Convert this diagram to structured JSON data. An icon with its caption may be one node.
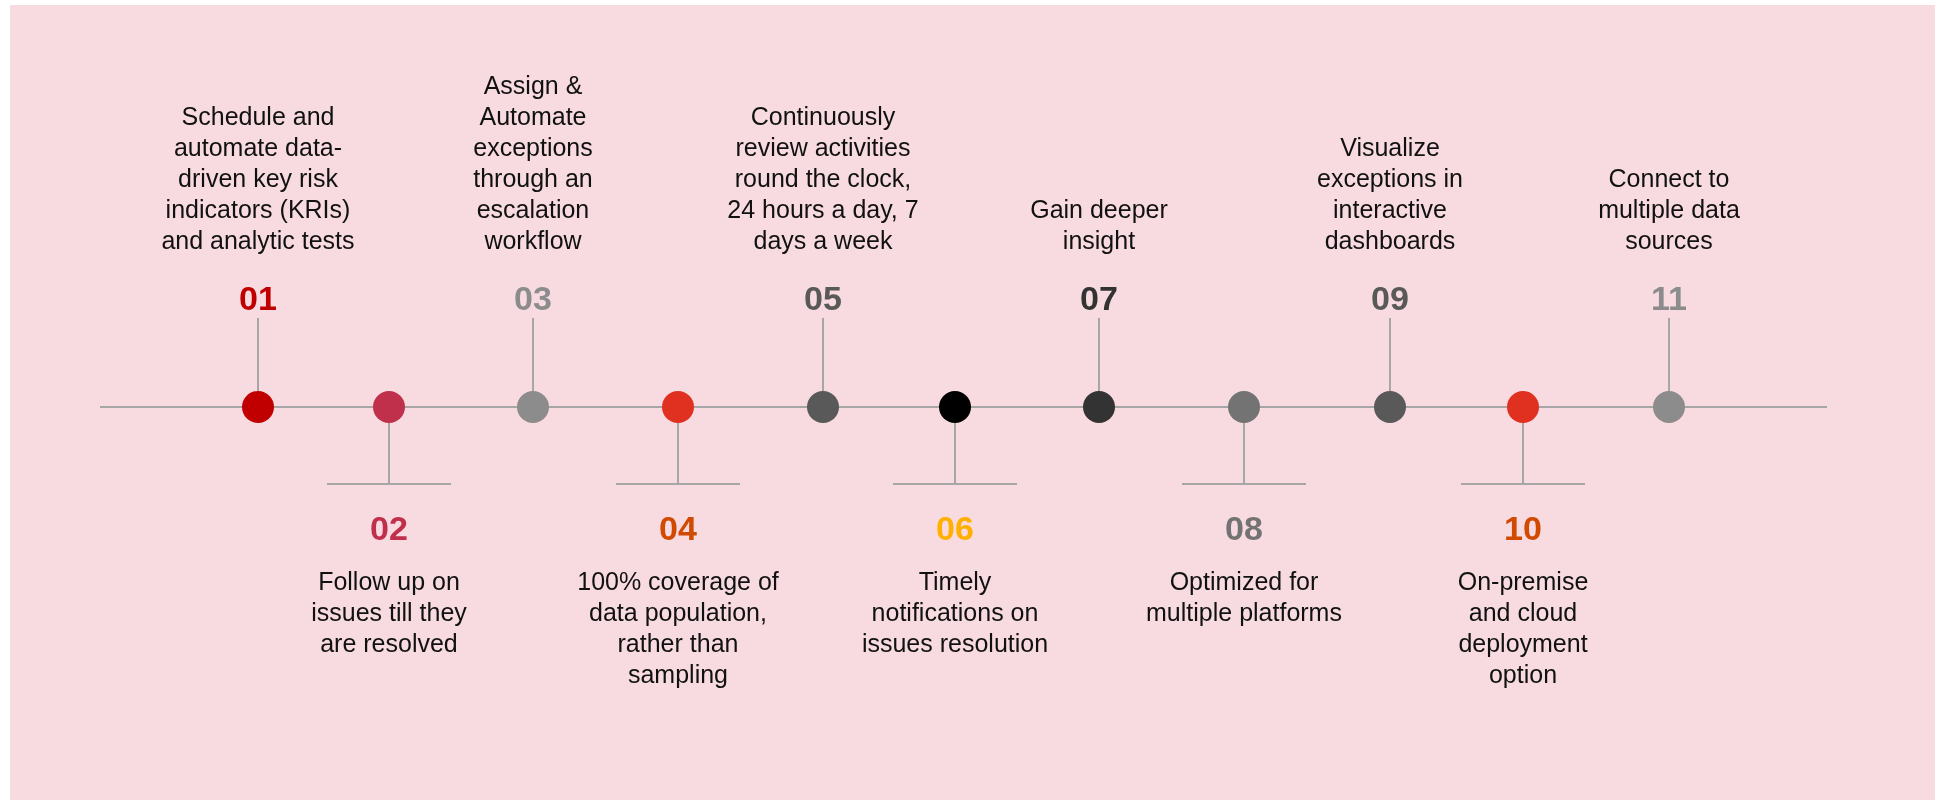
{
  "diagram": {
    "nodes": [
      {
        "text": [
          "Schedule and automate data-driven key risk indicators (KRIs) and analytic tests",
          "01"
        ]
      },
      {
        "text": [],
        "shape": "circle"
      },
      {
        "text": [
          "02",
          "Follow up on issues till they are resolved"
        ]
      },
      {
        "text": [],
        "shape": "circle"
      },
      {
        "text": [
          "Assign & Automate exceptions through an escalation workflow",
          "03"
        ]
      },
      {
        "text": [],
        "shape": "circle"
      },
      {
        "text": [
          "04",
          "100% coverage of data population, rather than sampling"
        ]
      },
      {
        "text": [],
        "shape": "circle"
      },
      {
        "text": [
          "Continuously review activities round the clock, 24 hours a day, 7 days a week",
          "05"
        ]
      },
      {
        "text": [],
        "shape": "circle"
      },
      {
        "text": [
          "06",
          "Timely notifications on issues resolution"
        ]
      },
      {
        "text": [],
        "shape": "circle"
      },
      {
        "text": [
          "Gain deeper insight",
          "07"
        ]
      },
      {
        "text": [],
        "shape": "circle"
      },
      {
        "text": [
          "08",
          "Optimized for multiple platforms"
        ]
      },
      {
        "text": [],
        "shape": "circle"
      },
      {
        "text": [
          "Visualize exceptions in interactive dashboards",
          "09"
        ]
      },
      {
        "text": [],
        "shape": "circle"
      },
      {
        "text": [
          "10",
          "On-premise and cloud deployment option"
        ]
      },
      {
        "text": [],
        "shape": "circle"
      },
      {
        "text": [
          "Connect to multiple data sources",
          "11"
        ]
      },
      {
        "text": [],
        "shape": "circle"
      }
    ],
    "edges": [
      {
        "from": 0,
        "to": 1,
        "arrow": "none"
      },
      {
        "from": 2,
        "to": 3,
        "arrow": "none"
      },
      {
        "from": 4,
        "to": 5,
        "arrow": "none"
      },
      {
        "from": 6,
        "to": 7,
        "arrow": "none"
      },
      {
        "from": 8,
        "to": 9,
        "arrow": "none"
      },
      {
        "from": 10,
        "to": 11,
        "arrow": "none"
      },
      {
        "from": 12,
        "to": 13,
        "arrow": "none"
      },
      {
        "from": 14,
        "to": 15,
        "arrow": "none"
      },
      {
        "from": 16,
        "to": 17,
        "arrow": "none"
      },
      {
        "from": 18,
        "to": 19,
        "arrow": "none"
      },
      {
        "from": 20,
        "to": 21,
        "arrow": "none"
      },
      {
        "from": null,
        "to": 1,
        "arrow": "none"
      },
      {
        "from": 1,
        "to": 3,
        "arrow": "none"
      },
      {
        "from": 3,
        "to": 5,
        "arrow": "none"
      },
      {
        "from": 5,
        "to": 7,
        "arrow": "none"
      },
      {
        "from": 7,
        "to": 9,
        "arrow": "none"
      },
      {
        "from": 9,
        "to": 11,
        "arrow": "none"
      },
      {
        "from": 11,
        "to": 13,
        "arrow": "none"
      },
      {
        "from": 13,
        "to": 15,
        "arrow": "none"
      },
      {
        "from": 15,
        "to": 17,
        "arrow": "none"
      },
      {
        "from": 17,
        "to": 19,
        "arrow": "none"
      },
      {
        "from": 19,
        "to": 21,
        "arrow": "none"
      },
      {
        "from": 21,
        "to": null,
        "arrow": "none"
      }
    ]
  }
}
